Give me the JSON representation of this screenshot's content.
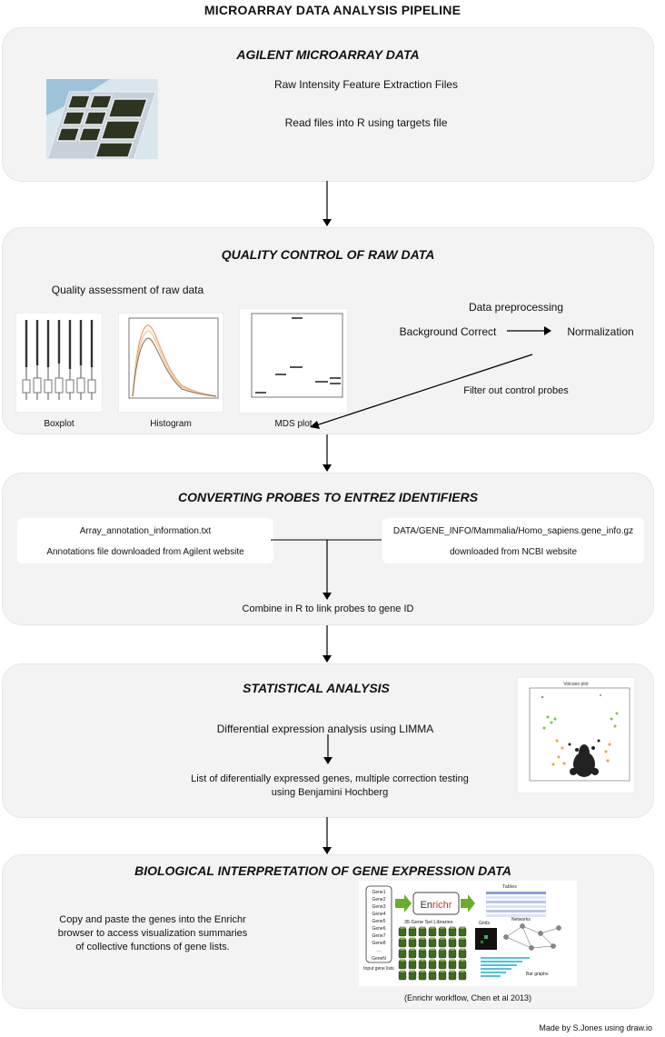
{
  "page_title": "MICROARRAY DATA ANALYSIS PIPELINE",
  "section1": {
    "title": "AGILENT MICROARRAY DATA",
    "line1": "Raw Intensity Feature Extraction Files",
    "line2": "Read files into R using targets file"
  },
  "section2": {
    "title": "QUALITY CONTROL OF RAW DATA",
    "qa_label": "Quality assessment of raw data",
    "captions": [
      "Boxplot",
      "Histogram",
      "MDS plot"
    ],
    "preprocessing": "Data preprocessing",
    "background": "Background Correct",
    "normalization": "Normalization",
    "filter": "Filter out control probes"
  },
  "section3": {
    "title": "CONVERTING PROBES TO ENTREZ IDENTIFIERS",
    "left_file": "Array_annotation_information.txt",
    "left_note": "Annotations file downloaded from Agilent website",
    "right_file": "DATA/GENE_INFO/Mammalia/Homo_sapiens.gene_info.gz",
    "right_note": "downloaded from NCBI website",
    "combine": "Combine in R to link probes to gene ID"
  },
  "section4": {
    "title": "STATISTICAL ANALYSIS",
    "line1": "Differential expression analysis using LIMMA",
    "line2a": "List of diferentially expressed genes, multiple correction testing",
    "line2b": "using Benjamini Hochberg",
    "volcano_title": "Volcano plot"
  },
  "section5": {
    "title": "BIOLOGICAL INTERPRETATION OF GENE EXPRESSION DATA",
    "desc1": "Copy and paste the genes into the Enrichr",
    "desc2": "browser to access visualization summaries",
    "desc3": "of collective functions of gene lists.",
    "caption": "(Enrichr workflow, Chen et al 2013)",
    "enrichr_logo_a": "En",
    "enrichr_logo_b": "richr",
    "tables_label": "Tables",
    "libraries_label": "35 Gene Set Libraries",
    "grids_label": "Grids",
    "networks_label": "Networks",
    "bargraphs_label": "Bar graphs",
    "input_label": "Input gene lists",
    "genes": [
      "Gene1",
      "Gene2",
      "Gene3",
      "Gene4",
      "Gene5",
      "Gene6",
      "Gene7",
      "Gene8",
      "....",
      "GeneN"
    ]
  },
  "footer": "Made by S.Jones using draw.io"
}
